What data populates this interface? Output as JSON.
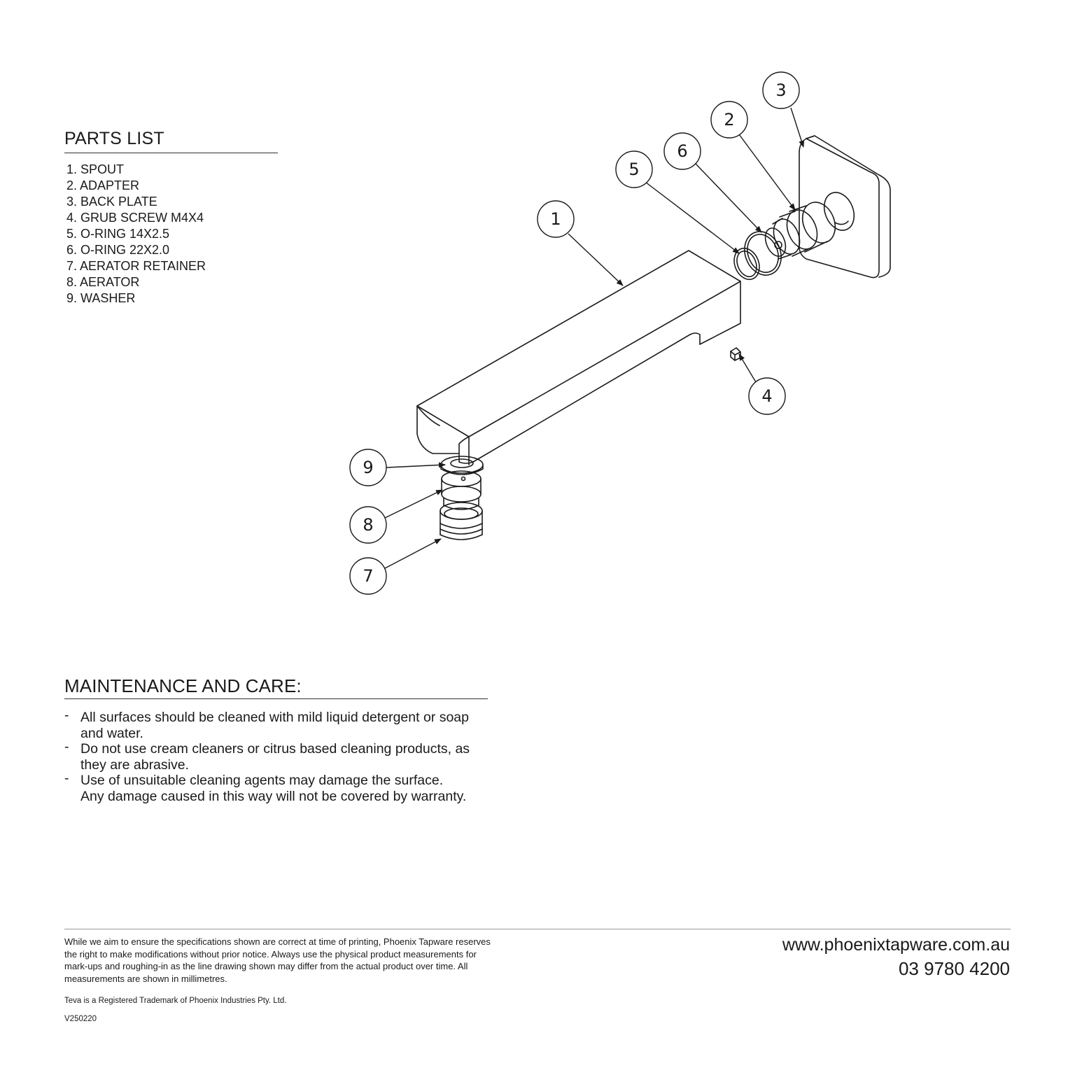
{
  "parts_list": {
    "title": "PARTS LIST",
    "items": [
      "1. SPOUT",
      "2. ADAPTER",
      "3. BACK PLATE",
      "4. GRUB SCREW M4X4",
      "5. O-RING 14X2.5",
      "6. O-RING 22X2.0",
      "7. AERATOR RETAINER",
      "8. AERATOR",
      "9. WASHER"
    ]
  },
  "diagram": {
    "callouts": [
      "1",
      "2",
      "3",
      "4",
      "5",
      "6",
      "7",
      "8",
      "9"
    ]
  },
  "maintenance": {
    "title": "MAINTENANCE AND CARE:",
    "bullet": "-",
    "items": [
      {
        "line1": "All surfaces should be cleaned with mild liquid detergent or soap",
        "line2": "and water."
      },
      {
        "line1": "Do not use cream cleaners or citrus based cleaning products, as",
        "line2": "they are abrasive."
      },
      {
        "line1": "Use of unsuitable cleaning agents may damage the surface.",
        "line2": "Any damage caused in this way will not be covered by warranty."
      }
    ]
  },
  "footer": {
    "disclaimer": "While we aim to ensure the specifications shown are correct at time of printing, Phoenix Tapware reserves the right to make modifications without prior notice. Always use the physical product measurements for mark-ups and roughing-in as the line drawing shown may differ from the actual product over time. All measurements are shown in millimetres.",
    "trademark": "Teva is a Registered Trademark of Phoenix Industries Pty. Ltd.",
    "version": "V250220",
    "website": "www.phoenixtapware.com.au",
    "phone": "03 9780 4200"
  }
}
